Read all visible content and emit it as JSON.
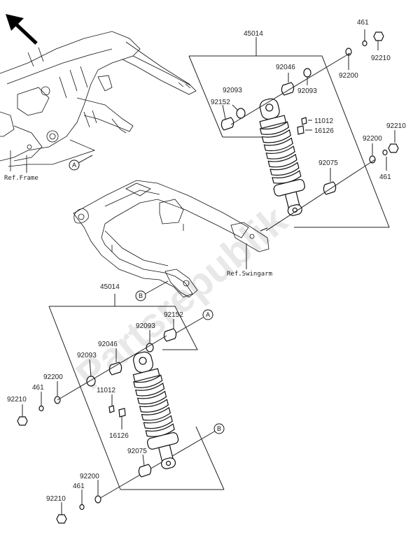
{
  "watermark": "Partsrepublik",
  "reference_labels": {
    "frame": "Ref.Frame",
    "swingarm": "Ref.Swingarm"
  },
  "markers": {
    "a": "A",
    "b": "B"
  },
  "upper_assembly": {
    "group_number": "45014",
    "parts": {
      "p461_top": "461",
      "p92210_top": "92210",
      "p92200_top": "92200",
      "p92046": "92046",
      "p92093_left": "92093",
      "p92093_right": "92093",
      "p92152": "92152",
      "p11012": "11012",
      "p16126": "16126",
      "p92210_right": "92210",
      "p92200_right": "92200",
      "p461_right": "461",
      "p92075": "92075"
    }
  },
  "lower_assembly": {
    "group_number": "45014",
    "parts": {
      "p92152": "92152",
      "p92093_top": "92093",
      "p92046": "92046",
      "p92093_left": "92093",
      "p92200_left": "92200",
      "p461_left": "461",
      "p92210_left": "92210",
      "p11012": "11012",
      "p16126": "16126",
      "p92075": "92075",
      "p92200_bottom": "92200",
      "p461_bottom": "461",
      "p92210_bottom": "92210"
    }
  },
  "icons": {
    "direction": "front-arrow-icon"
  }
}
